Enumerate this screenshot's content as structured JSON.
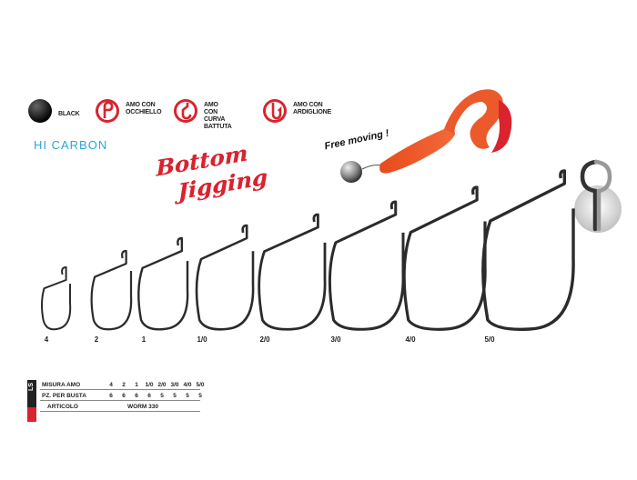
{
  "legend": [
    {
      "id": "black",
      "lines": [
        "BLACK"
      ],
      "icon": "black-dot-icon"
    },
    {
      "id": "eye",
      "lines": [
        "AMO CON",
        "OCCHIELLO"
      ],
      "icon": "eye-hook-icon"
    },
    {
      "id": "bend",
      "lines": [
        "AMO CON",
        "CURVA BATTUTA"
      ],
      "icon": "bent-shank-icon"
    },
    {
      "id": "barb",
      "lines": [
        "AMO CON",
        "ARDIGLIONE"
      ],
      "icon": "barb-hook-icon"
    }
  ],
  "series_label": "HI CARBON",
  "title": {
    "line1": "Bottom",
    "line2": "Jigging"
  },
  "free_moving": "Free moving !",
  "hook_sizes": [
    "4",
    "2",
    "1",
    "1/0",
    "2/0",
    "3/0",
    "4/0",
    "5/0"
  ],
  "table": {
    "side_label": "LS",
    "rows": [
      {
        "header": "MISURA AMO",
        "values": [
          "4",
          "2",
          "1",
          "1/0",
          "2/0",
          "3/0",
          "4/0",
          "5/0"
        ]
      },
      {
        "header": "PZ. PER BUSTA",
        "values": [
          "6",
          "6",
          "6",
          "6",
          "5",
          "5",
          "5",
          "5"
        ]
      }
    ],
    "article_header": "ARTICOLO",
    "article_value": "WORM 330"
  },
  "colors": {
    "accent_red": "#d9232e",
    "accent_blue": "#2aa7d8",
    "hook": "#2b2b2b"
  }
}
